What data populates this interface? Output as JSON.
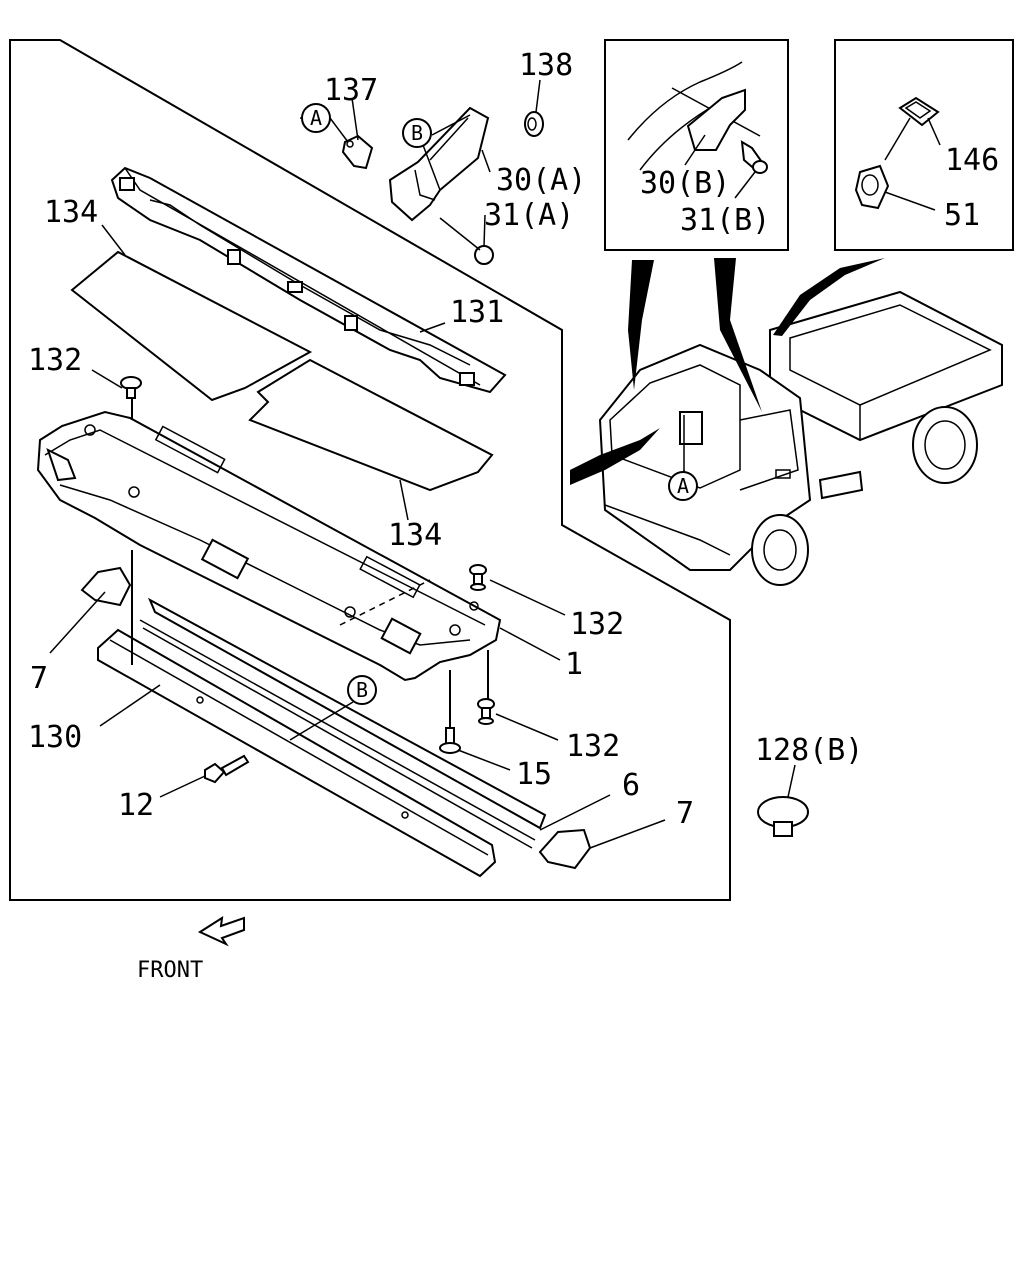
{
  "diagram": {
    "callouts": [
      {
        "id": "c137",
        "text": "137"
      },
      {
        "id": "c138",
        "text": "138"
      },
      {
        "id": "c30a",
        "text": "30(A)"
      },
      {
        "id": "c31a",
        "text": "31(A)"
      },
      {
        "id": "c134a",
        "text": "134"
      },
      {
        "id": "c131",
        "text": "131"
      },
      {
        "id": "c132a",
        "text": "132"
      },
      {
        "id": "c134b",
        "text": "134"
      },
      {
        "id": "c132b",
        "text": "132"
      },
      {
        "id": "c1",
        "text": "1"
      },
      {
        "id": "c7a",
        "text": "7"
      },
      {
        "id": "c130",
        "text": "130"
      },
      {
        "id": "c132c",
        "text": "132"
      },
      {
        "id": "c15",
        "text": "15"
      },
      {
        "id": "c12",
        "text": "12"
      },
      {
        "id": "c6",
        "text": "6"
      },
      {
        "id": "c7b",
        "text": "7"
      },
      {
        "id": "c30b",
        "text": "30(B)"
      },
      {
        "id": "c31b",
        "text": "31(B)"
      },
      {
        "id": "c146",
        "text": "146"
      },
      {
        "id": "c51",
        "text": "51"
      },
      {
        "id": "c128b",
        "text": "128(B)"
      }
    ],
    "markers": {
      "a1": "A",
      "b1": "B",
      "a2": "A",
      "b2": "B"
    },
    "front_label": "FRONT"
  }
}
